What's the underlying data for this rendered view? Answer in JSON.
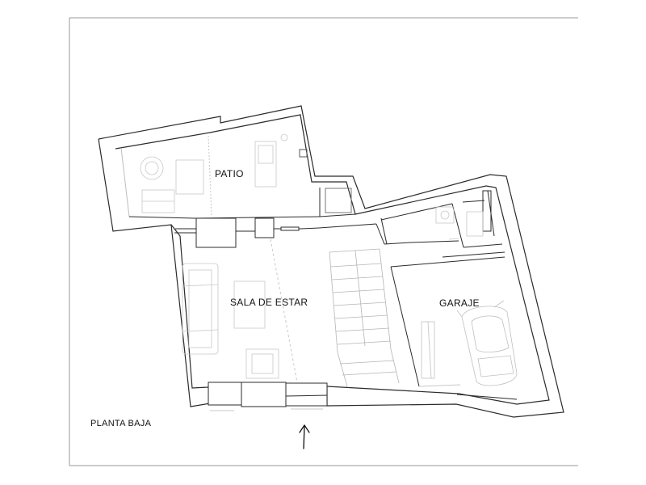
{
  "rooms": {
    "patio": "PATIO",
    "living": "SALA DE ESTAR",
    "garage": "GARAJE"
  },
  "sheet": {
    "title": "PLANTA BAJA"
  },
  "entrance_arrow": {
    "icon": "arrow-up-icon"
  },
  "colors": {
    "line": "#2b2b2b",
    "furniture": "#c8c8c8",
    "frame": "#9a9a9a"
  }
}
